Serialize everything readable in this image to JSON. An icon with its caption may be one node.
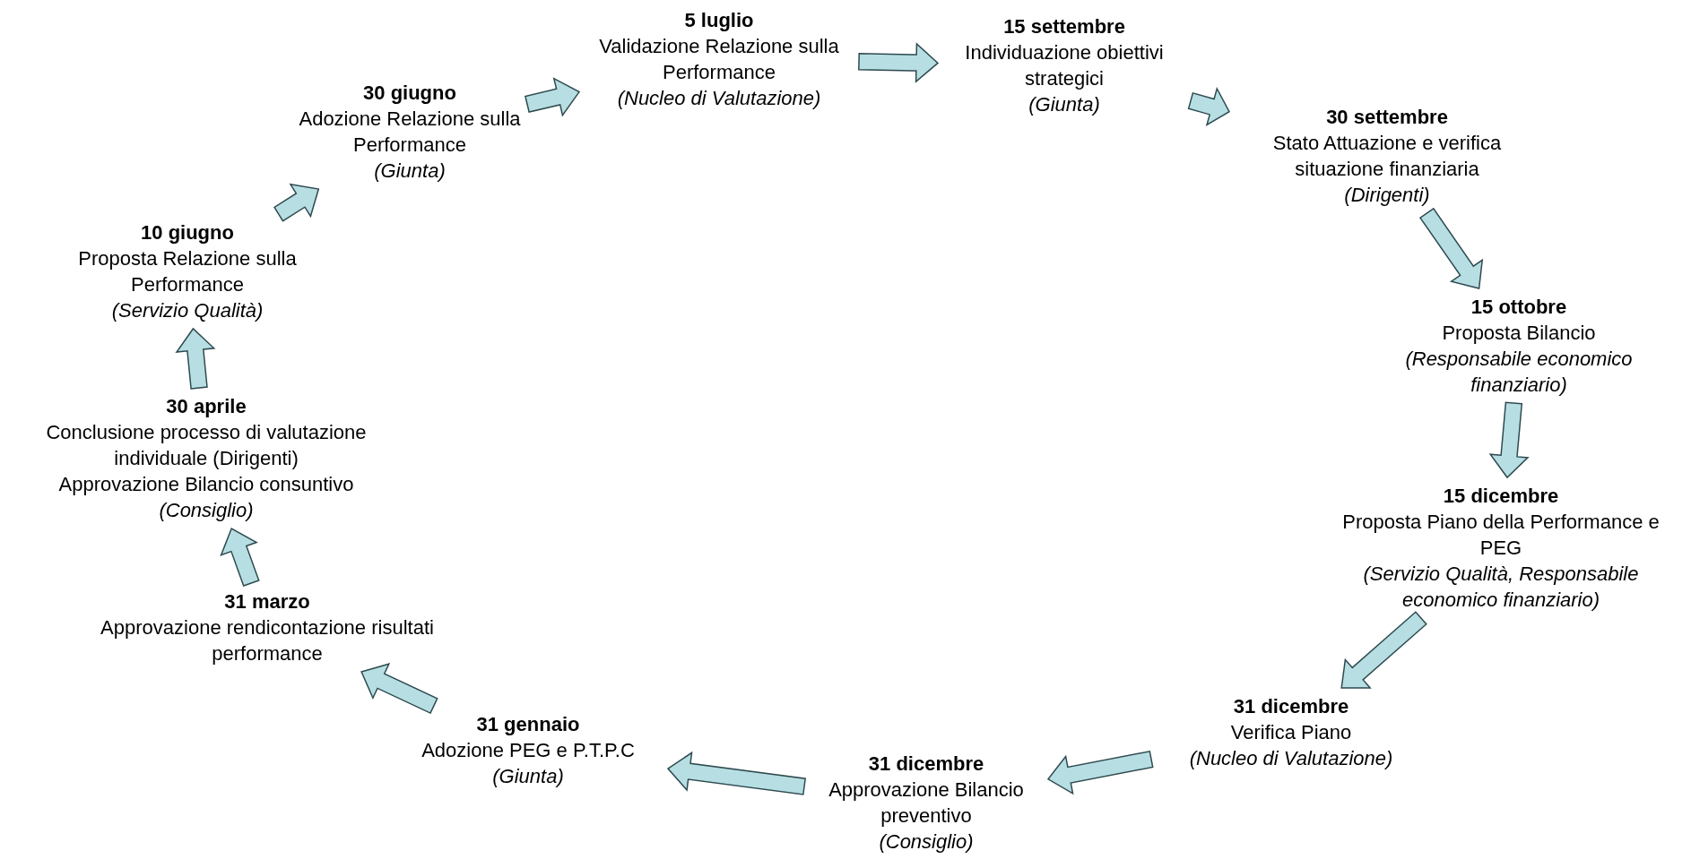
{
  "diagram": {
    "nodes": [
      {
        "text": [
          "5 luglio",
          "Validazione Relazione sulla Performance",
          "(Nucleo di Valutazione)"
        ]
      },
      {
        "text": [
          "15 settembre",
          "Individuazione obiettivi strategici",
          "(Giunta)"
        ]
      },
      {
        "text": [
          "30 settembre",
          "Stato Attuazione e verifica situazione finanziaria",
          "(Dirigenti)"
        ]
      },
      {
        "text": [
          "15 ottobre",
          "Proposta Bilancio",
          "(Responsabile economico finanziario)"
        ]
      },
      {
        "text": [
          "15 dicembre",
          "Proposta Piano della Performance e PEG",
          "(Servizio Qualità, Responsabile economico finanziario)"
        ]
      },
      {
        "text": [
          "31 dicembre",
          "Verifica Piano",
          "(Nucleo di Valutazione)"
        ]
      },
      {
        "text": [
          "31 dicembre",
          "Approvazione Bilancio preventivo",
          "(Consiglio)"
        ]
      },
      {
        "text": [
          "31 gennaio",
          "Adozione PEG e P.T.P.C",
          "(Giunta)"
        ]
      },
      {
        "text": [
          "31 marzo",
          "Approvazione rendicontazione risultati performance"
        ]
      },
      {
        "text": [
          "30 aprile",
          "Conclusione processo di valutazione individuale (Dirigenti)",
          "Approvazione Bilancio consuntivo",
          "(Consiglio)"
        ]
      },
      {
        "text": [
          "10 giugno",
          "Proposta Relazione sulla Performance",
          "(Servizio Qualità)"
        ]
      },
      {
        "text": [
          "30 giugno",
          "Adozione Relazione sulla Performance",
          "(Giunta)"
        ]
      }
    ],
    "edges": [
      {
        "from": 11,
        "to": 0,
        "arrow": "to"
      },
      {
        "from": 0,
        "to": 1,
        "arrow": "to"
      },
      {
        "from": 1,
        "to": 2,
        "arrow": "to"
      },
      {
        "from": 2,
        "to": 3,
        "arrow": "to"
      },
      {
        "from": 3,
        "to": 4,
        "arrow": "to"
      },
      {
        "from": 4,
        "to": 5,
        "arrow": "to"
      },
      {
        "from": 5,
        "to": 6,
        "arrow": "to"
      },
      {
        "from": 6,
        "to": 7,
        "arrow": "to"
      },
      {
        "from": 7,
        "to": 8,
        "arrow": "to"
      },
      {
        "from": 8,
        "to": 9,
        "arrow": "to"
      },
      {
        "from": 9,
        "to": 10,
        "arrow": "to"
      },
      {
        "from": 10,
        "to": 11,
        "arrow": "to"
      }
    ]
  }
}
